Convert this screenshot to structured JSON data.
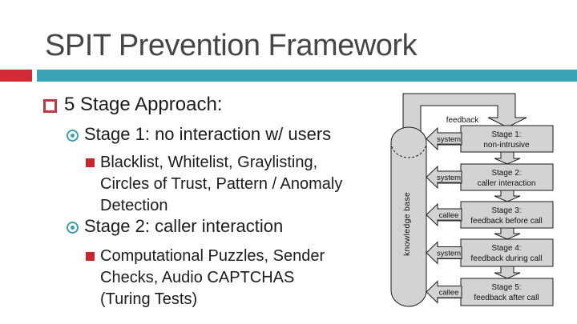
{
  "slide": {
    "title": "SPIT Prevention Framework"
  },
  "colors": {
    "accent_red": "#d22b35",
    "accent_teal": "#3aa4b6",
    "title_gray": "#464646",
    "bullet_red_filled": "#c9252b",
    "bullet_red_outline": "#bf3a44",
    "bullet_teal": "#3d9dab",
    "diagram_fill": "#d3d3d3",
    "diagram_stroke": "#1a1a1a"
  },
  "content": {
    "heading": "5 Stage Approach:",
    "stage1": {
      "heading": "Stage 1: no interaction w/ users",
      "lines": [
        "Blacklist, Whitelist, Graylisting,",
        "Circles of Trust, Pattern / Anomaly",
        "Detection"
      ]
    },
    "stage2": {
      "heading": "Stage 2: caller interaction",
      "lines": [
        "Computational Puzzles, Sender",
        "Checks, Audio CAPTCHAS",
        "(Turing Tests)"
      ]
    }
  },
  "diagram": {
    "feedback_label": "feedback",
    "knowledge_base_label": "knowledge base",
    "stages": [
      {
        "title": "Stage 1:",
        "subtitle": "non-intrusive",
        "feedback_source": "system"
      },
      {
        "title": "Stage 2:",
        "subtitle": "caller interaction",
        "feedback_source": "system"
      },
      {
        "title": "Stage 3:",
        "subtitle": "feedback before call",
        "feedback_source": "callee"
      },
      {
        "title": "Stage 4:",
        "subtitle": "feedback during call",
        "feedback_source": "system"
      },
      {
        "title": "Stage 5:",
        "subtitle": "feedback after call",
        "feedback_source": "callee"
      }
    ]
  }
}
